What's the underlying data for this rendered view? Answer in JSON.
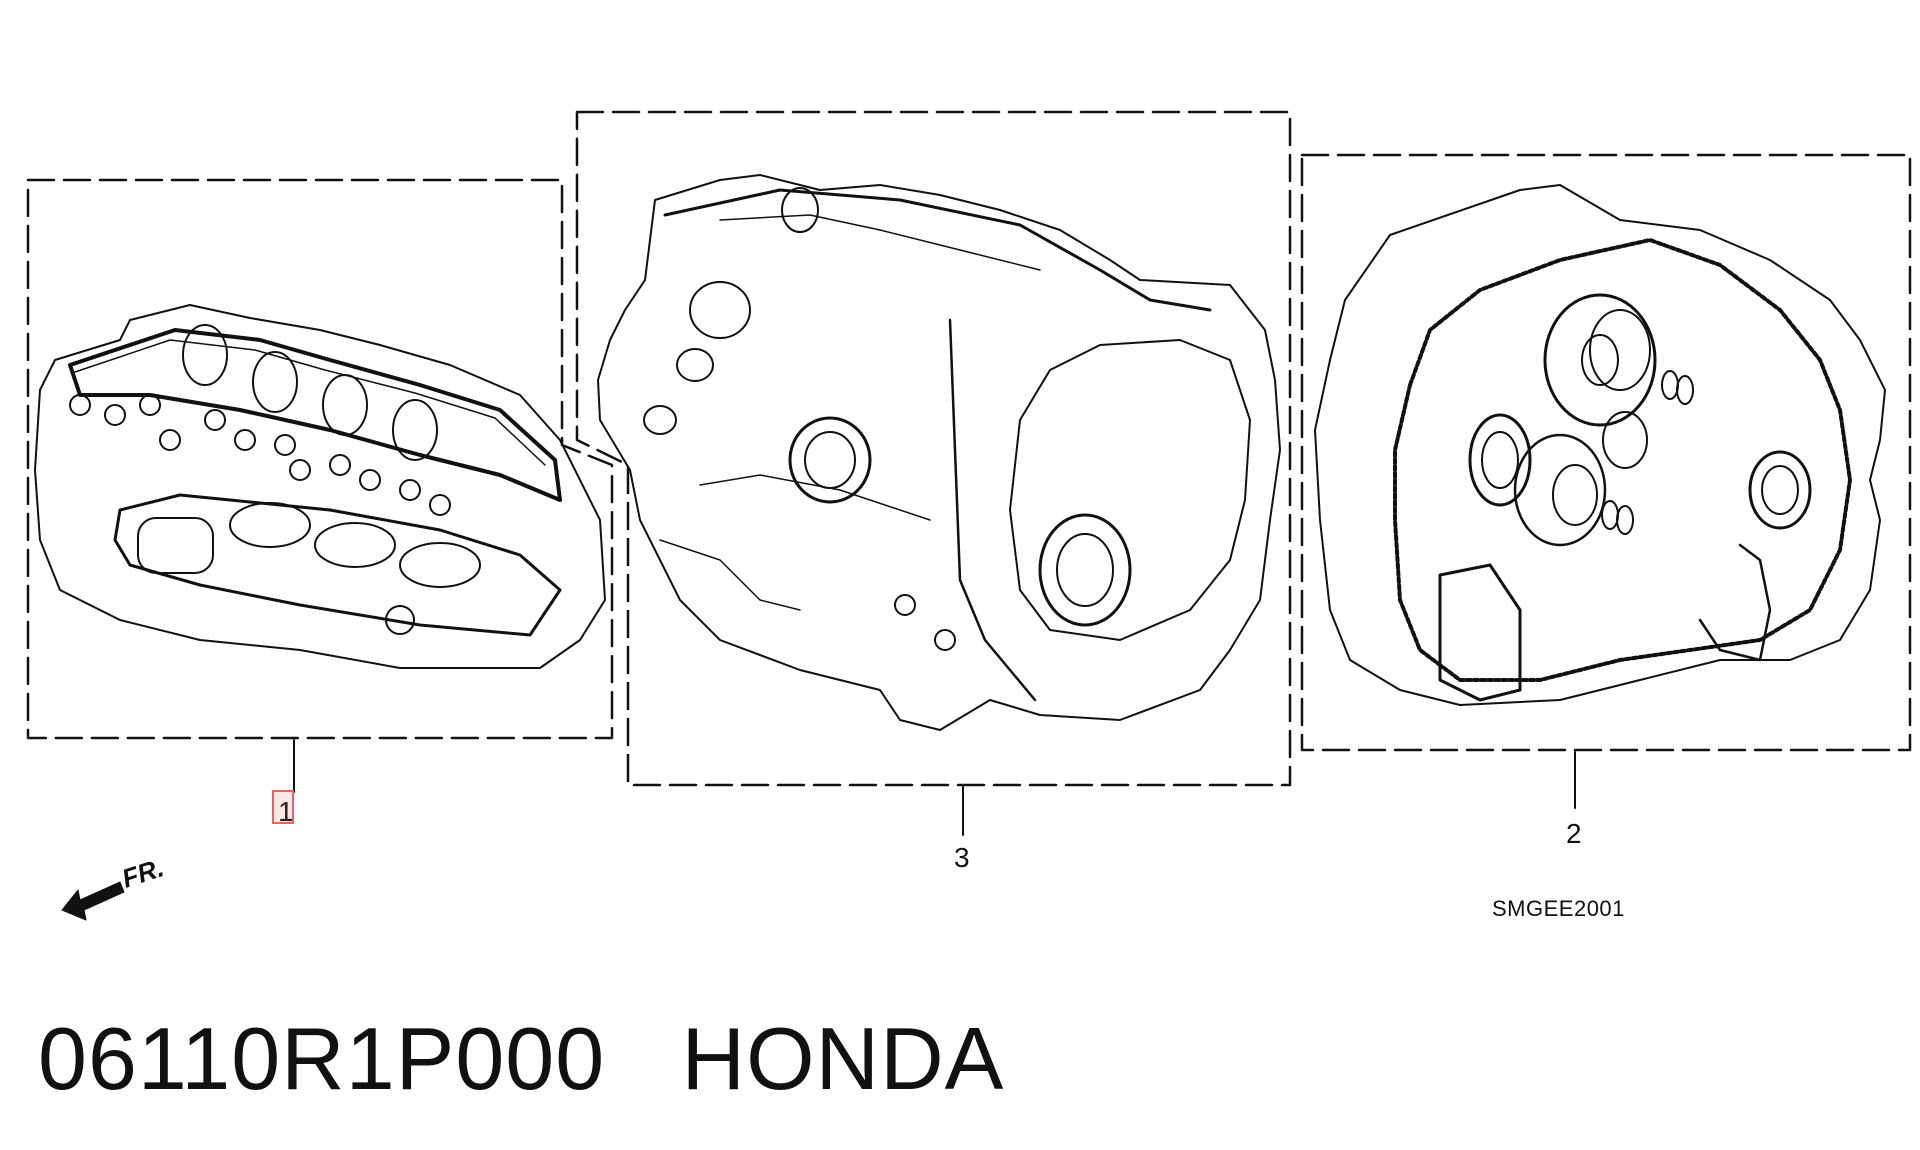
{
  "title": {
    "part_number": "06110R1P000",
    "brand": "HONDA"
  },
  "diagram_code": "SMGEE2001",
  "callouts": {
    "one": "1",
    "two": "2",
    "three": "3"
  },
  "direction_label": "FR.",
  "colors": {
    "line": "#111111",
    "marker": "#e06666",
    "background": "#ffffff"
  }
}
